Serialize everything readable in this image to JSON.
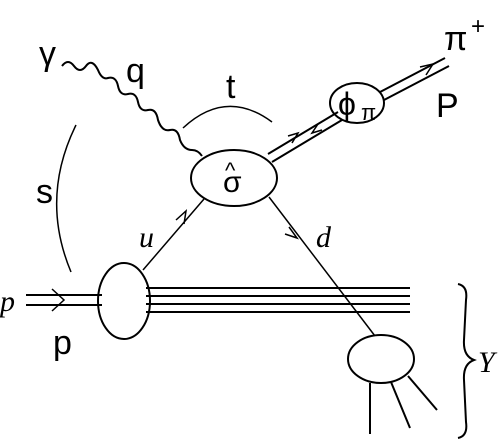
{
  "labels": {
    "photon": "γ",
    "photon_momentum": "q",
    "t_variable": "t",
    "s_variable": "s",
    "hard_cross_section": "σ",
    "hat_accent": "^",
    "pion_amplitude": "ϕ",
    "pion_amplitude_subscript": "π",
    "pion": "π",
    "pion_charge": "+",
    "pion_momentum": "P",
    "u_quark": "u",
    "d_quark": "d",
    "proton": "p",
    "proton_momentum": "p",
    "remnant": "Y"
  },
  "colors": {
    "ink": "#000000",
    "background": "#ffffff"
  }
}
